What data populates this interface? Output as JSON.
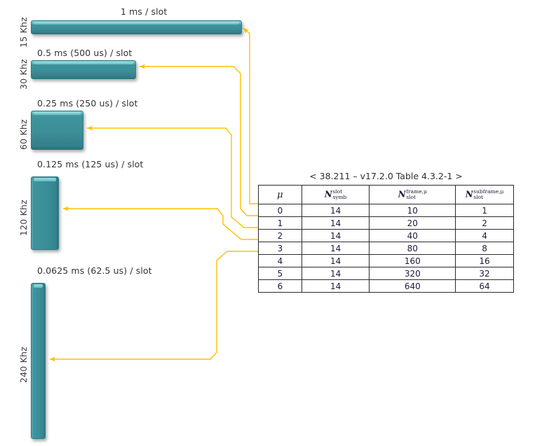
{
  "diagram": {
    "title_hidden": "5G NR numerology slot durations",
    "accent_arrow_color": "#FFC000",
    "bar_color": "#3C8F98"
  },
  "rows": [
    {
      "axis_label": "15 Khz",
      "caption": "1 ms / slot"
    },
    {
      "axis_label": "30 Khz",
      "caption": "0.5 ms (500 us) / slot"
    },
    {
      "axis_label": "60 Khz",
      "caption": "0.25 ms (250 us) / slot"
    },
    {
      "axis_label": "120 Khz",
      "caption": "0.125 ms (125 us) / slot"
    },
    {
      "axis_label": "240 Khz",
      "caption": "0.0625 ms (62.5 us) / slot"
    }
  ],
  "table": {
    "title": "< 38.211 – v17.2.0 Table 4.3.2-1 >",
    "headers": [
      {
        "base": "μ",
        "sup": "",
        "sub": "",
        "italic_base": true
      },
      {
        "base": "N",
        "sup": "slot",
        "sub": "symb",
        "italic_base": true
      },
      {
        "base": "N",
        "sup": "frame,μ",
        "sub": "slot",
        "italic_base": true
      },
      {
        "base": "N",
        "sup": "subframe,μ",
        "sub": "slot",
        "italic_base": true
      }
    ],
    "rows": [
      {
        "mu": "0",
        "n_symb_slot": "14",
        "n_slot_frame": "10",
        "n_slot_subframe": "1"
      },
      {
        "mu": "1",
        "n_symb_slot": "14",
        "n_slot_frame": "20",
        "n_slot_subframe": "2"
      },
      {
        "mu": "2",
        "n_symb_slot": "14",
        "n_slot_frame": "40",
        "n_slot_subframe": "4"
      },
      {
        "mu": "3",
        "n_symb_slot": "14",
        "n_slot_frame": "80",
        "n_slot_subframe": "8"
      },
      {
        "mu": "4",
        "n_symb_slot": "14",
        "n_slot_frame": "160",
        "n_slot_subframe": "16"
      },
      {
        "mu": "5",
        "n_symb_slot": "14",
        "n_slot_frame": "320",
        "n_slot_subframe": "32"
      },
      {
        "mu": "6",
        "n_symb_slot": "14",
        "n_slot_frame": "640",
        "n_slot_subframe": "64"
      }
    ]
  }
}
